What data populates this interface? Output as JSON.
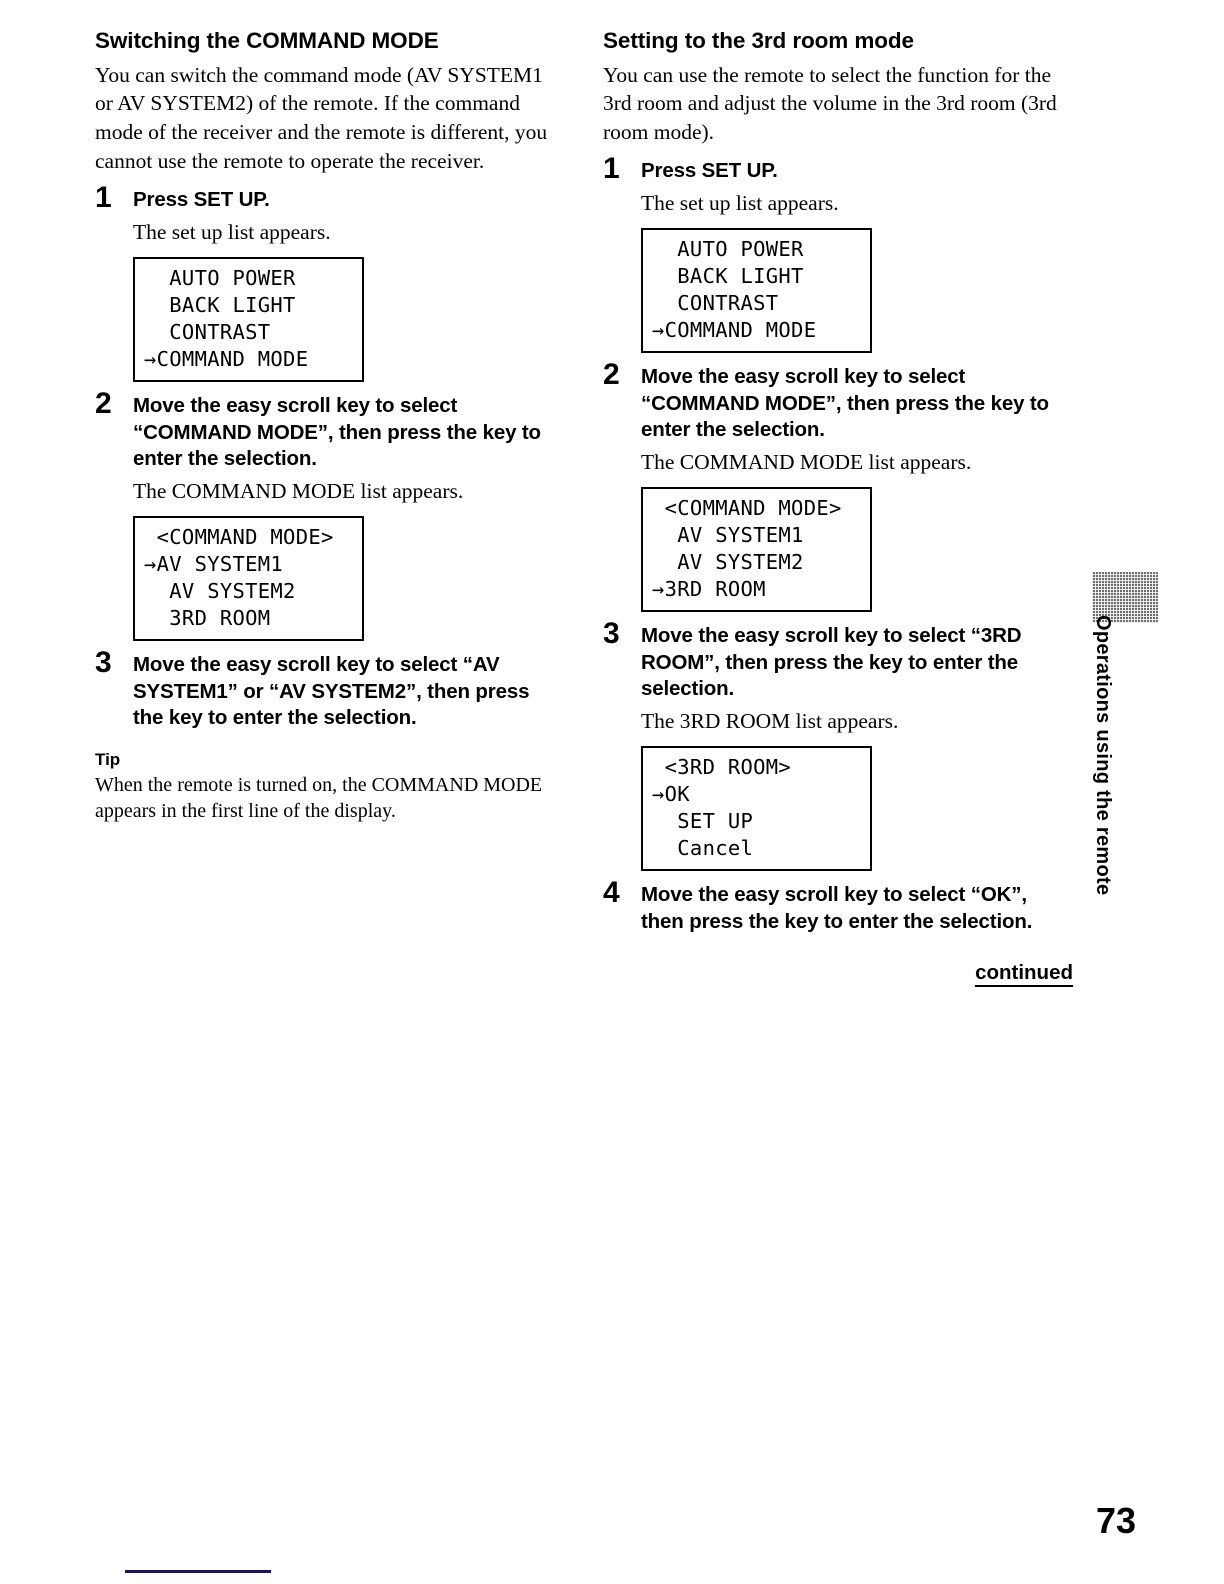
{
  "page": {
    "number": "73",
    "side_tab_label": "Operations using the remote"
  },
  "left_column": {
    "heading": "Switching the COMMAND MODE",
    "intro": "You can switch the command mode (AV SYSTEM1 or AV SYSTEM2) of the remote. If the command mode of the receiver and the remote is different, you cannot use the remote to operate the receiver.",
    "steps": [
      {
        "number": "1",
        "title": "Press SET UP.",
        "body": "The set up list appears.",
        "lcd": {
          "name": "setup-list-display",
          "lines": [
            "  AUTO POWER",
            "  BACK LIGHT",
            "  CONTRAST",
            "→COMMAND MODE"
          ]
        }
      },
      {
        "number": "2",
        "title": "Move the easy scroll key to select “COMMAND MODE”, then press the key to enter the selection.",
        "body": "The COMMAND MODE list appears.",
        "lcd": {
          "name": "command-mode-list-display",
          "lines": [
            " <COMMAND MODE>",
            "→AV SYSTEM1",
            "  AV SYSTEM2",
            "  3RD ROOM"
          ]
        }
      },
      {
        "number": "3",
        "title": "Move the easy scroll key to select “AV SYSTEM1” or “AV SYSTEM2”, then press the key to enter the selection.",
        "body": "",
        "lcd": null
      }
    ],
    "tip": {
      "heading": "Tip",
      "text": "When the remote is turned on, the COMMAND MODE appears in the first line of the display."
    }
  },
  "right_column": {
    "heading": "Setting to the 3rd room mode",
    "intro": "You can use the remote to select the function for the 3rd room and adjust the volume in the 3rd room (3rd room mode).",
    "steps": [
      {
        "number": "1",
        "title": "Press SET UP.",
        "body": "The set up list appears.",
        "lcd": {
          "name": "setup-list-display",
          "lines": [
            "  AUTO POWER",
            "  BACK LIGHT",
            "  CONTRAST",
            "→COMMAND MODE"
          ]
        }
      },
      {
        "number": "2",
        "title": "Move the easy scroll key to select “COMMAND MODE”, then press the key to enter the selection.",
        "body": "The COMMAND MODE list appears.",
        "lcd": {
          "name": "command-mode-list-display",
          "lines": [
            " <COMMAND MODE>",
            "  AV SYSTEM1",
            "  AV SYSTEM2",
            "→3RD ROOM"
          ]
        }
      },
      {
        "number": "3",
        "title": "Move the easy scroll key to select “3RD ROOM”, then press the key to enter the selection.",
        "body": "The 3RD ROOM list appears.",
        "lcd": {
          "name": "third-room-list-display",
          "lines": [
            " <3RD ROOM>",
            "→OK",
            "  SET UP",
            "  Cancel"
          ]
        }
      },
      {
        "number": "4",
        "title": "Move the easy scroll key to select “OK”, then press the key to enter the selection.",
        "body": "",
        "lcd": null
      }
    ],
    "continued_label": "continued"
  }
}
